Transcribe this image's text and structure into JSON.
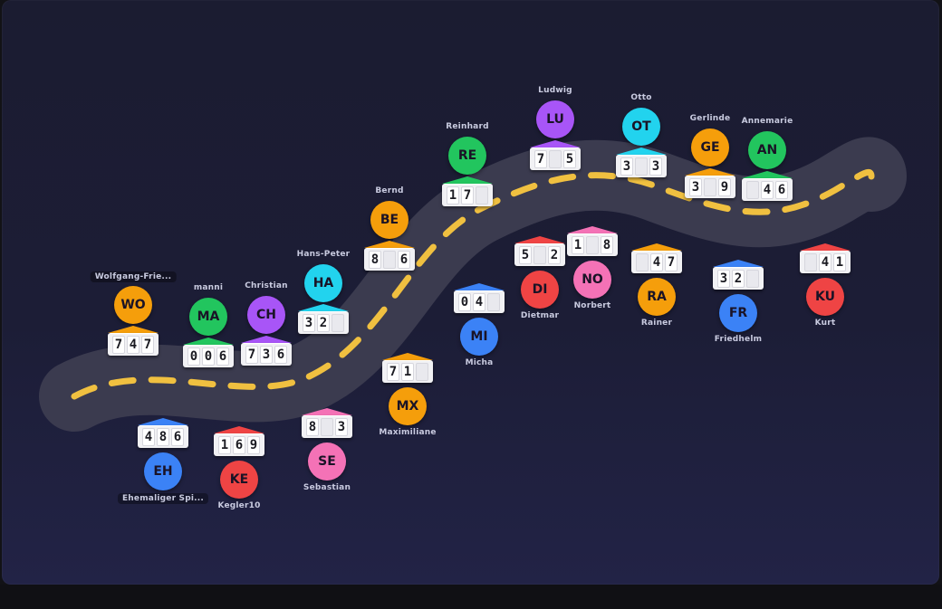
{
  "road": {
    "surface_color": "#3b3b4f",
    "dash_color": "#f0c040"
  },
  "players": [
    {
      "initials": "WO",
      "name": "Wolfgang-Frie...",
      "score": [
        "7",
        "4",
        "7"
      ],
      "color": "#f59e0b",
      "layout": "above"
    },
    {
      "initials": "MA",
      "name": "manni",
      "score": [
        "0",
        "0",
        "6"
      ],
      "color": "#22c55e",
      "layout": "above"
    },
    {
      "initials": "CH",
      "name": "Christian",
      "score": [
        "7",
        "3",
        "6"
      ],
      "color": "#a855f7",
      "layout": "above"
    },
    {
      "initials": "HA",
      "name": "Hans-Peter",
      "score": [
        "3",
        "2",
        ""
      ],
      "color": "#22d3ee",
      "layout": "above"
    },
    {
      "initials": "BE",
      "name": "Bernd",
      "score": [
        "8",
        "",
        "6"
      ],
      "color": "#f59e0b",
      "layout": "above"
    },
    {
      "initials": "RE",
      "name": "Reinhard",
      "score": [
        "1",
        "7",
        ""
      ],
      "color": "#22c55e",
      "layout": "above"
    },
    {
      "initials": "LU",
      "name": "Ludwig",
      "score": [
        "7",
        "",
        "5"
      ],
      "color": "#a855f7",
      "layout": "above"
    },
    {
      "initials": "OT",
      "name": "Otto",
      "score": [
        "3",
        "",
        "3"
      ],
      "color": "#22d3ee",
      "layout": "above"
    },
    {
      "initials": "GE",
      "name": "Gerlinde",
      "score": [
        "3",
        "",
        "9"
      ],
      "color": "#f59e0b",
      "layout": "above"
    },
    {
      "initials": "AN",
      "name": "Annemarie",
      "score": [
        "",
        "4",
        "6"
      ],
      "color": "#22c55e",
      "layout": "above"
    },
    {
      "initials": "EH",
      "name": "Ehemaliger Spi...",
      "score": [
        "4",
        "8",
        "6"
      ],
      "color": "#3b82f6",
      "layout": "below"
    },
    {
      "initials": "KE",
      "name": "Kegler10",
      "score": [
        "1",
        "6",
        "9"
      ],
      "color": "#ef4444",
      "layout": "below"
    },
    {
      "initials": "SE",
      "name": "Sebastian",
      "score": [
        "8",
        "",
        "3"
      ],
      "color": "#f472b6",
      "layout": "below"
    },
    {
      "initials": "MX",
      "name": "Maximiliane",
      "score": [
        "7",
        "1",
        ""
      ],
      "color": "#f59e0b",
      "layout": "below"
    },
    {
      "initials": "MI",
      "name": "Micha",
      "score": [
        "0",
        "4",
        ""
      ],
      "color": "#3b82f6",
      "layout": "below"
    },
    {
      "initials": "DI",
      "name": "Dietmar",
      "score": [
        "5",
        "",
        "2"
      ],
      "color": "#ef4444",
      "layout": "below"
    },
    {
      "initials": "NO",
      "name": "Norbert",
      "score": [
        "1",
        "",
        "8"
      ],
      "color": "#f472b6",
      "layout": "below"
    },
    {
      "initials": "RA",
      "name": "Rainer",
      "score": [
        "",
        "4",
        "7"
      ],
      "color": "#f59e0b",
      "layout": "below"
    },
    {
      "initials": "FR",
      "name": "Friedhelm",
      "score": [
        "3",
        "2",
        ""
      ],
      "color": "#3b82f6",
      "layout": "below"
    },
    {
      "initials": "KU",
      "name": "Kurt",
      "score": [
        "",
        "4",
        "1"
      ],
      "color": "#ef4444",
      "layout": "below"
    }
  ]
}
